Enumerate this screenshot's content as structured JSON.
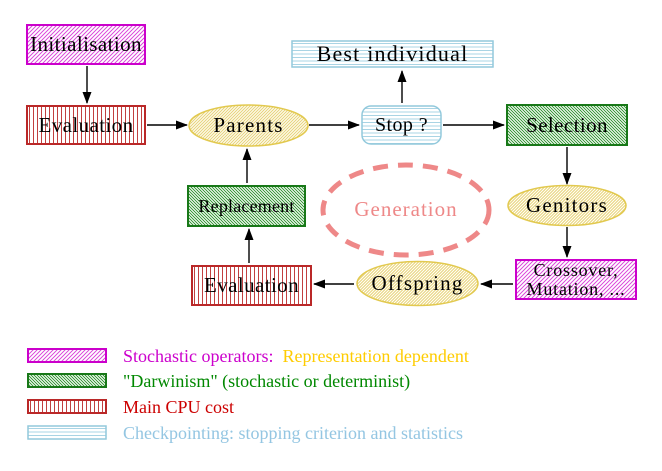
{
  "nodes": {
    "initialisation": "Initialisation",
    "evaluation_top": "Evaluation",
    "parents": "Parents",
    "best_individual": "Best individual",
    "stop": "Stop ?",
    "selection": "Selection",
    "replacement": "Replacement",
    "generation": "Generation",
    "genitors": "Genitors",
    "evaluation_bottom": "Evaluation",
    "offspring": "Offspring",
    "crossover_line1": "Crossover,",
    "crossover_line2": "Mutation, ..."
  },
  "legend": {
    "stochastic_label": "Stochastic operators:",
    "representation_label": "Representation dependent",
    "darwinism_label": "\"Darwinism\" (stochastic or determinist)",
    "cpu_label": "Main CPU cost",
    "checkpointing_label": "Checkpointing: stopping criterion and statistics"
  },
  "colors": {
    "stochastic_magenta": "#cc00cc",
    "representation_yellow": "#ffcc00",
    "darwinism_green": "#008800",
    "cpu_red": "#cc0000",
    "checkpointing_cyan": "#99ccee",
    "generation_salmon": "#ee8888",
    "yellow_node_border": "#e2c94f",
    "arrow_black": "#000000"
  }
}
